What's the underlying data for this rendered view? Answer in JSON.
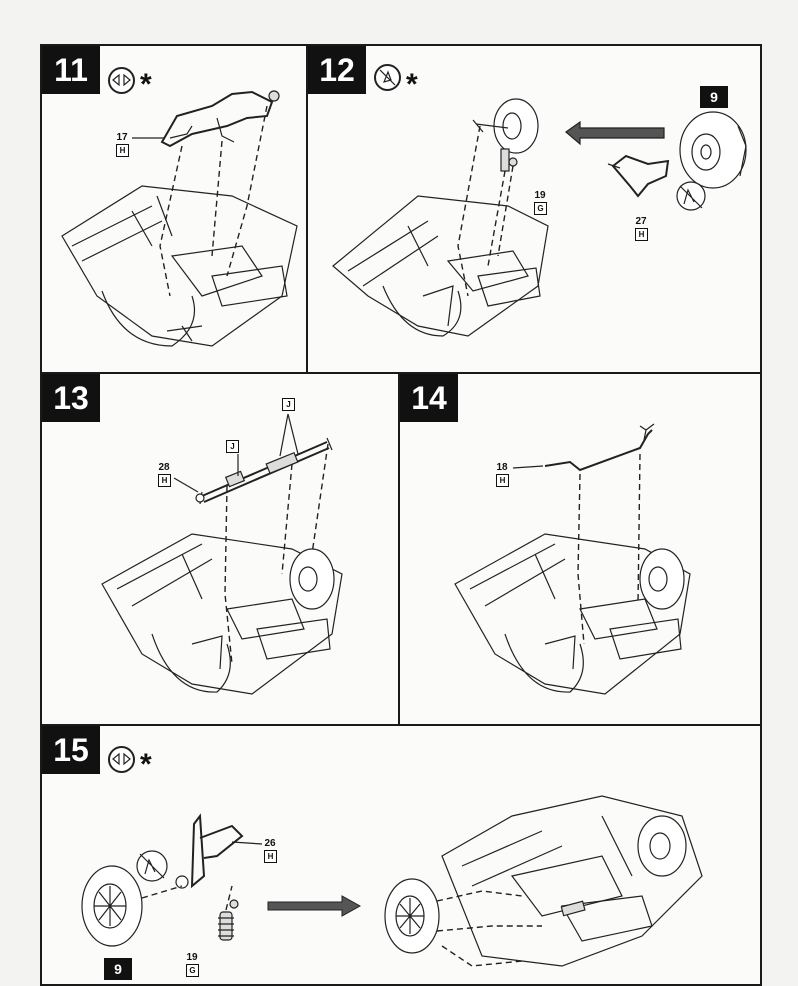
{
  "steps": {
    "s11": {
      "number": "11",
      "star": "*",
      "parts": [
        {
          "num": "17",
          "code": "H"
        }
      ]
    },
    "s12": {
      "number": "12",
      "star": "*",
      "parts": [
        {
          "num": "19",
          "code": "G"
        },
        {
          "num": "27",
          "code": "H"
        }
      ],
      "ref": "9"
    },
    "s13": {
      "number": "13",
      "parts": [
        {
          "num": "28",
          "code": "H"
        }
      ],
      "labels": [
        "J",
        "J"
      ]
    },
    "s14": {
      "number": "14",
      "parts": [
        {
          "num": "18",
          "code": "H"
        }
      ]
    },
    "s15": {
      "number": "15",
      "star": "*",
      "parts": [
        {
          "num": "26",
          "code": "H"
        },
        {
          "num": "19",
          "code": "G"
        }
      ],
      "ref": "9"
    }
  },
  "icons": {
    "assemble": "arrows-together-icon",
    "no_glue": "no-glue-icon"
  }
}
